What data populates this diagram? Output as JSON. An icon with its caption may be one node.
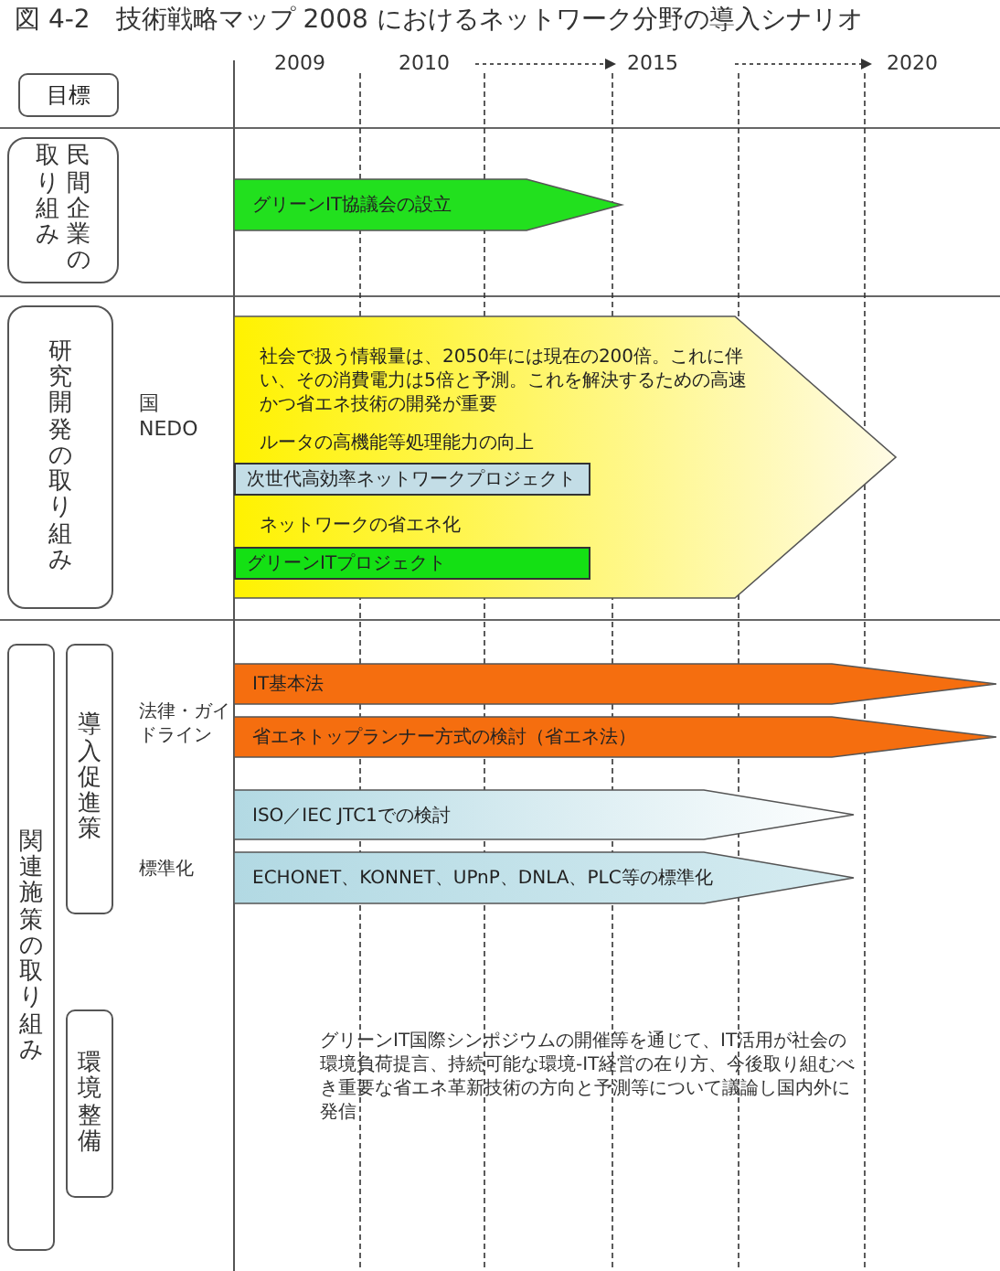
{
  "diagram": {
    "title": "図 4-2　技術戦略マップ 2008 におけるネットワーク分野の導入シナリオ",
    "nodes": [
      {
        "text": [
          "目標"
        ]
      },
      {
        "text": [
          "民間企業の取り組み"
        ]
      },
      {
        "text": [
          "グリーンIT協議会の設立"
        ]
      },
      {
        "text": [
          "研究開発の取り組み"
        ]
      },
      {
        "text": [
          "社会で扱う情報量は、2050年には現在の200倍。これに伴い、その消費電力は5倍と予測。これを解決するための高速かつ省エネ技術の開発が重要",
          "ルータの高機能等処理能力の向上",
          "ネットワークの省エネ化"
        ]
      },
      {
        "text": [
          "次世代高効率ネットワークプロジェクト"
        ],
        "in": 4
      },
      {
        "text": [
          "グリーンITプロジェクト"
        ],
        "in": 4
      },
      {
        "text": [
          "関連施策の取り組み"
        ]
      },
      {
        "text": [
          "導入促進策"
        ]
      },
      {
        "text": [
          "IT基本法"
        ]
      },
      {
        "text": [
          "省エネトップランナー方式の検討（省エネ法）"
        ]
      },
      {
        "text": [
          "ISO／IEC JTC1での検討"
        ]
      },
      {
        "text": [
          "ECHONET、KONNET、UPnP、DNLA、PLC等の標準化"
        ]
      },
      {
        "text": [
          "環境整備"
        ]
      }
    ],
    "labels": [
      "2009",
      "2010",
      "2015",
      "2020",
      "国 NEDO",
      "法律・ガイドライン",
      "標準化",
      "グリーンIT国際シンポジウムの開催等を通じて、IT活用が社会の環境負荷提言、持続可能な環境-IT経営の在り方、今後取り組むべき重要な省エネ革新技術の方向と予測等について議論し国内外に発信"
    ]
  }
}
